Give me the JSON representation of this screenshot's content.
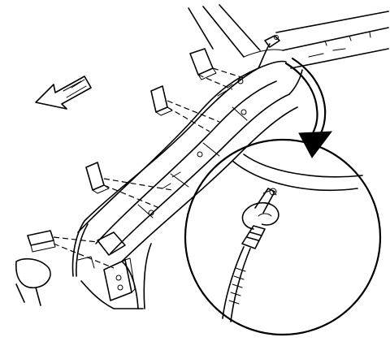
{
  "figure": {
    "colors": {
      "ink": "#000000",
      "paper": "#ffffff"
    },
    "parts": [
      "direction-arrow",
      "pillar-trim-panel",
      "retainer-clip-1",
      "retainer-clip-2",
      "retainer-clip-3",
      "retainer-clip-4",
      "wire-harness",
      "detail-callout-arrow",
      "detail-view-circle",
      "harness-connector-clip",
      "door-hinge-bracket"
    ]
  }
}
